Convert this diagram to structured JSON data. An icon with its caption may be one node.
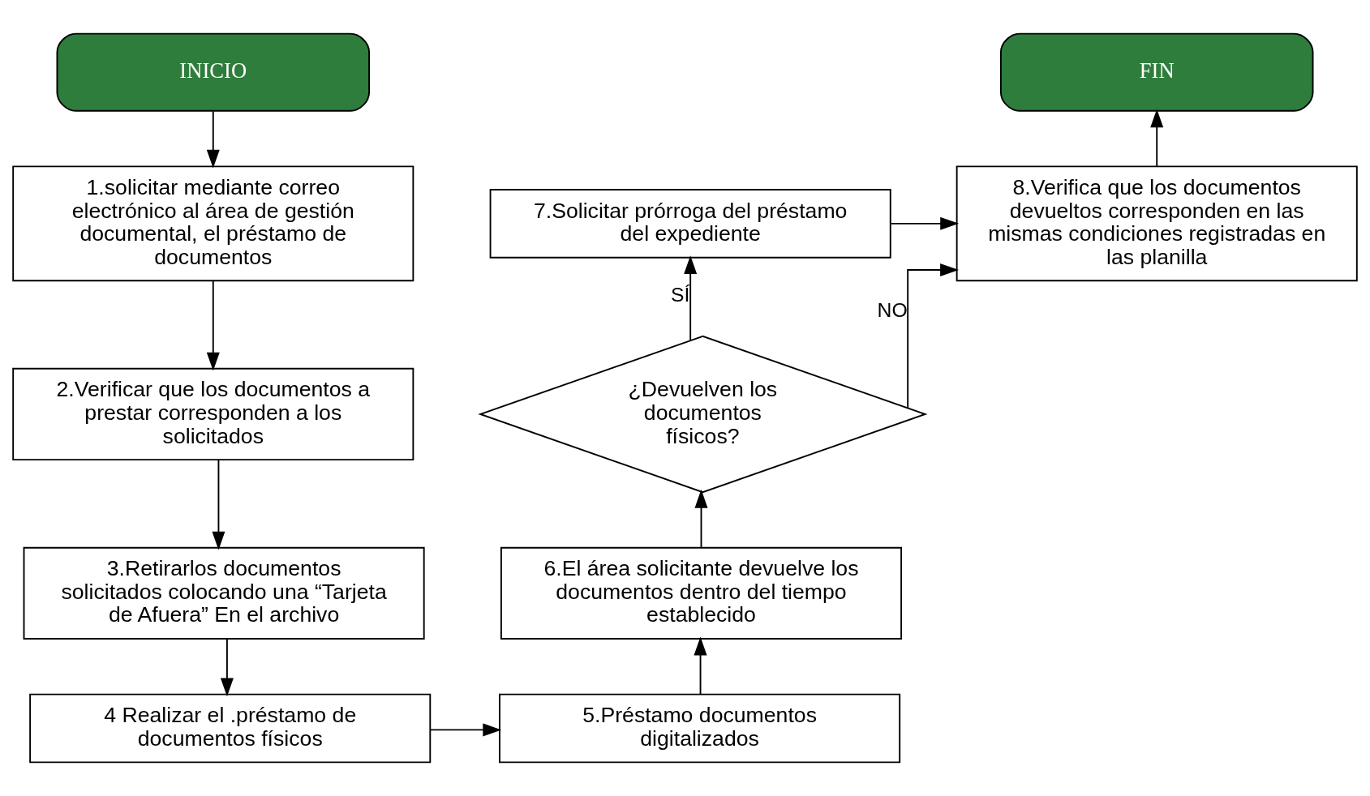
{
  "diagram": {
    "nodes": [
      {
        "text": [
          "INICIO"
        ]
      },
      {
        "text": [
          "1.solicitar mediante correo electrónico al área de gestión documental, el préstamo de documentos"
        ]
      },
      {
        "text": [
          "2.Verificar que los documentos a prestar corresponden a los solicitados"
        ]
      },
      {
        "text": [
          "3.Retirarlos documentos solicitados colocando una “Tarjeta de Afuera” En el archivo"
        ]
      },
      {
        "text": [
          "4 Realizar el .préstamo de documentos físicos"
        ]
      },
      {
        "text": [
          "5.Préstamo documentos digitalizados"
        ]
      },
      {
        "text": [
          "6.El área solicitante devuelve los documentos dentro del tiempo establecido"
        ]
      },
      {
        "text": [
          "¿Devuelven los documentos físicos?"
        ]
      },
      {
        "text": [
          "7.Solicitar prórroga del préstamo del expediente"
        ]
      },
      {
        "text": [
          "8.Verifica que los documentos devueltos corresponden en las mismas condiciones registradas en las planilla"
        ]
      },
      {
        "text": [
          "FIN"
        ]
      }
    ],
    "edges": [
      {
        "from": 0,
        "to": 1,
        "arrow": "to"
      },
      {
        "from": 1,
        "to": 2,
        "arrow": "to"
      },
      {
        "from": 2,
        "to": 3,
        "arrow": "to"
      },
      {
        "from": 3,
        "to": 4,
        "arrow": "to"
      },
      {
        "from": 4,
        "to": 5,
        "arrow": "to"
      },
      {
        "from": 5,
        "to": 6,
        "arrow": "to"
      },
      {
        "from": 6,
        "to": 7,
        "arrow": "to"
      },
      {
        "from": 7,
        "to": 8,
        "arrow": "to",
        "label": "SÍ"
      },
      {
        "from": 7,
        "to": 9,
        "arrow": "to",
        "label": "NO"
      },
      {
        "from": 8,
        "to": 9,
        "arrow": "to"
      },
      {
        "from": 9,
        "to": 10,
        "arrow": "to"
      }
    ]
  }
}
